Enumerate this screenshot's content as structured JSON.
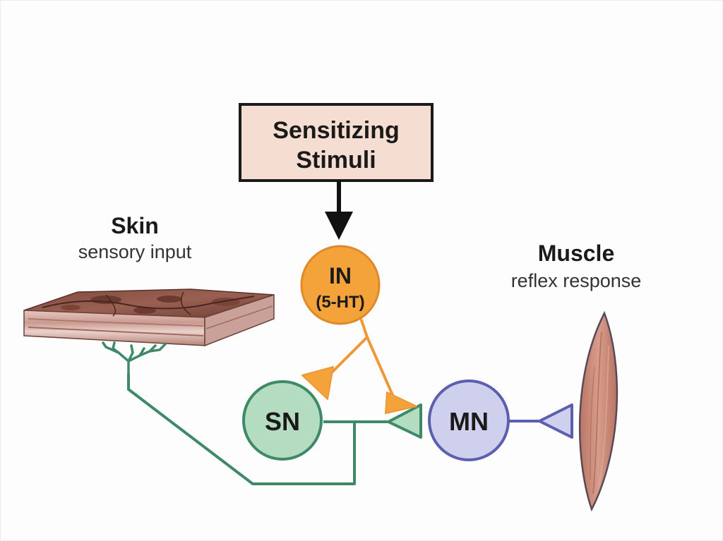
{
  "diagram": {
    "title_box": {
      "line1": "Sensitizing",
      "line2": "Stimuli"
    },
    "skin": {
      "title": "Skin",
      "subtitle": "sensory input"
    },
    "muscle": {
      "title": "Muscle",
      "subtitle": "reflex response"
    },
    "neurons": {
      "interneuron": {
        "label": "IN",
        "sublabel": "(5-HT)"
      },
      "sensory": {
        "label": "SN"
      },
      "motor": {
        "label": "MN"
      }
    },
    "colors": {
      "box_fill": "#f6ddd2",
      "box_stroke": "#1a1a1a",
      "arrow": "#111111",
      "in_fill": "#f3a33a",
      "in_stroke": "#e0882a",
      "sn_fill": "#b4dcc0",
      "sn_stroke": "#3e8a68",
      "mn_fill": "#cfd0ee",
      "mn_stroke": "#5c5fb0",
      "muscle_fill": "#c88a7a",
      "skin_top": "#8c5548",
      "skin_side": "#d9b4ad"
    }
  }
}
